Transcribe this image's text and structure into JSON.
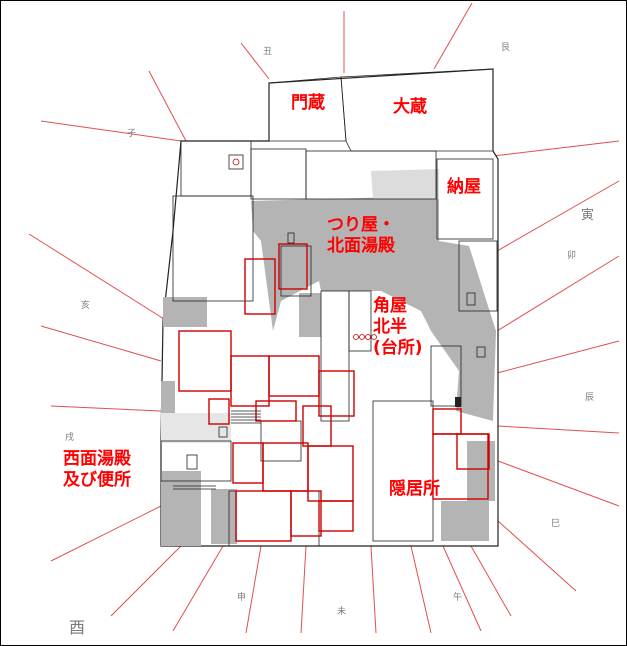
{
  "labels": {
    "mongura": "門蔵",
    "okura": "大蔵",
    "naya": "納屋",
    "tsuriya": "つり屋・\n北面湯殿",
    "sumiya": "角屋\n北半\n(台所)",
    "nishimen": "西面湯殿\n及び便所",
    "inkyo": "隠居所"
  },
  "directions": {
    "ne": "丑",
    "nne": "艮",
    "e": "寅",
    "e2": "卯",
    "se": "辰",
    "se2": "巳",
    "s": "午",
    "s2": "未",
    "sw": "申",
    "w": "酉",
    "w2": "戌",
    "nw": "亥",
    "nw2": "子"
  },
  "colors": {
    "label": "#ff0000",
    "rays": "#e05050",
    "walls": "#cc0000",
    "shade": "#b4b4b4"
  }
}
